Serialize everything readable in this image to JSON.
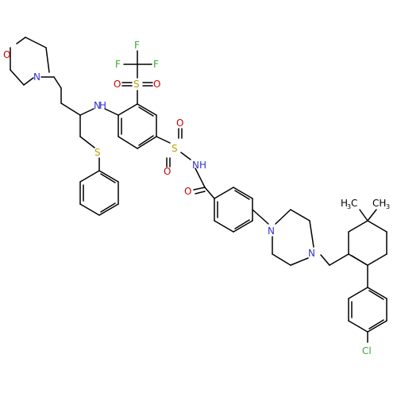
{
  "colors": {
    "carbon": "#000000",
    "nitrogen": "#3333cc",
    "oxygen": "#cc0000",
    "sulfur": "#b8a000",
    "fluorine": "#33aa33",
    "chlorine": "#33aa33",
    "background": "#ffffff"
  },
  "atoms": {
    "morpholine_o": "O",
    "morpholine_n": "N",
    "amine_nh": "N",
    "amine_h": "H",
    "thioether_s": "S",
    "fluorine_top": "F",
    "fluorine_left": "F",
    "fluorine_right": "F",
    "sulfonyl1_s": "S",
    "sulfonyl1_o_left": "O",
    "sulfonyl1_o_right": "O",
    "sulfonyl2_s": "S",
    "sulfonyl2_o_top": "O",
    "sulfonyl2_o_bottom": "O",
    "sulfonamide_n": "N",
    "sulfonamide_h": "H",
    "carbonyl_o": "O",
    "piperazine_n1": "N",
    "piperazine_n2": "N",
    "methyl_left": "H",
    "methyl_left_sub": "3",
    "methyl_left_c": "C",
    "methyl_right_c": "CH",
    "methyl_right_sub": "3",
    "chlorine": "Cl"
  }
}
